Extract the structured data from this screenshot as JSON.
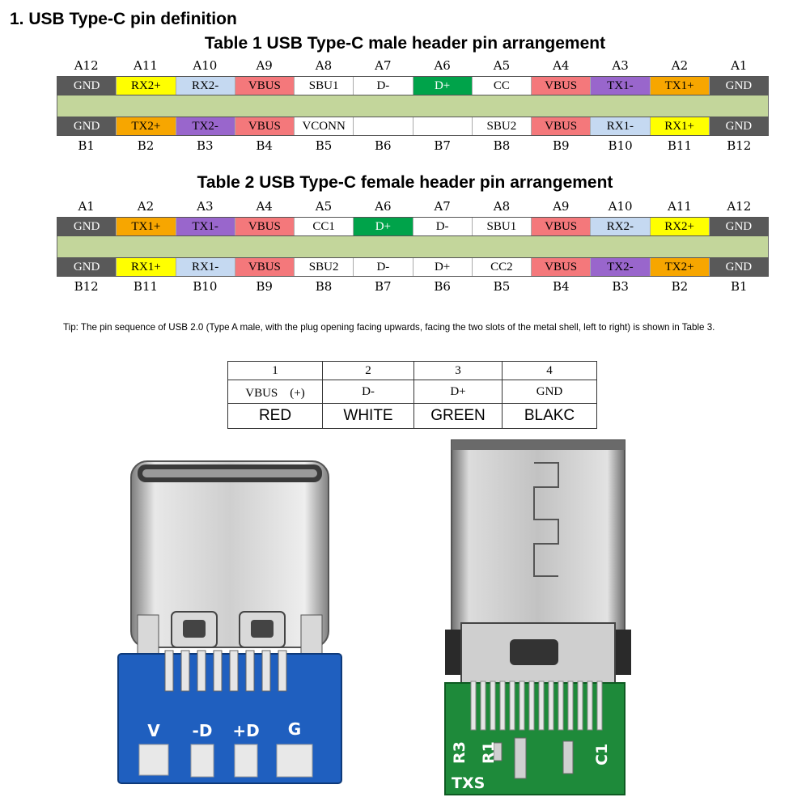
{
  "section_title": "1. USB Type-C pin definition",
  "colors": {
    "gnd": "#595959",
    "rx_plus": "#ffff00",
    "rx_minus": "#c5d9f1",
    "vbus": "#f4787b",
    "white": "#ffffff",
    "d_plus": "#00a34a",
    "tx_minus": "#9966cc",
    "tx_plus": "#f7a600",
    "band": "#c3d69b",
    "pcb_blue": "#1f5fbf",
    "pcb_green": "#1e8a3a"
  },
  "table1": {
    "title": "Table 1 USB Type-C male header pin arrangement",
    "top_pins": [
      "A12",
      "A11",
      "A10",
      "A9",
      "A8",
      "A7",
      "A6",
      "A5",
      "A4",
      "A3",
      "A2",
      "A1"
    ],
    "top_signals": [
      {
        "label": "GND",
        "color": "gnd"
      },
      {
        "label": "RX2+",
        "color": "rx_plus"
      },
      {
        "label": "RX2-",
        "color": "rx_minus"
      },
      {
        "label": "VBUS",
        "color": "vbus"
      },
      {
        "label": "SBU1",
        "color": "white"
      },
      {
        "label": "D-",
        "color": "white"
      },
      {
        "label": "D+",
        "color": "d_plus"
      },
      {
        "label": "CC",
        "color": "white"
      },
      {
        "label": "VBUS",
        "color": "vbus"
      },
      {
        "label": "TX1-",
        "color": "tx_minus"
      },
      {
        "label": "TX1+",
        "color": "tx_plus"
      },
      {
        "label": "GND",
        "color": "gnd"
      }
    ],
    "bottom_signals": [
      {
        "label": "GND",
        "color": "gnd"
      },
      {
        "label": "TX2+",
        "color": "tx_plus"
      },
      {
        "label": "TX2-",
        "color": "tx_minus"
      },
      {
        "label": "VBUS",
        "color": "vbus"
      },
      {
        "label": "VCONN",
        "color": "white"
      },
      {
        "label": "",
        "color": "white"
      },
      {
        "label": "",
        "color": "white"
      },
      {
        "label": "SBU2",
        "color": "white"
      },
      {
        "label": "VBUS",
        "color": "vbus"
      },
      {
        "label": "RX1-",
        "color": "rx_minus"
      },
      {
        "label": "RX1+",
        "color": "rx_plus"
      },
      {
        "label": "GND",
        "color": "gnd"
      }
    ],
    "bottom_pins": [
      "B1",
      "B2",
      "B3",
      "B4",
      "B5",
      "B6",
      "B7",
      "B8",
      "B9",
      "B10",
      "B11",
      "B12"
    ]
  },
  "table2": {
    "title": "Table 2 USB Type-C female header pin arrangement",
    "top_pins": [
      "A1",
      "A2",
      "A3",
      "A4",
      "A5",
      "A6",
      "A7",
      "A8",
      "A9",
      "A10",
      "A11",
      "A12"
    ],
    "top_signals": [
      {
        "label": "GND",
        "color": "gnd"
      },
      {
        "label": "TX1+",
        "color": "tx_plus"
      },
      {
        "label": "TX1-",
        "color": "tx_minus"
      },
      {
        "label": "VBUS",
        "color": "vbus"
      },
      {
        "label": "CC1",
        "color": "white"
      },
      {
        "label": "D+",
        "color": "d_plus"
      },
      {
        "label": "D-",
        "color": "white"
      },
      {
        "label": "SBU1",
        "color": "white"
      },
      {
        "label": "VBUS",
        "color": "vbus"
      },
      {
        "label": "RX2-",
        "color": "rx_minus"
      },
      {
        "label": "RX2+",
        "color": "rx_plus"
      },
      {
        "label": "GND",
        "color": "gnd"
      }
    ],
    "bottom_signals": [
      {
        "label": "GND",
        "color": "gnd"
      },
      {
        "label": "RX1+",
        "color": "rx_plus"
      },
      {
        "label": "RX1-",
        "color": "rx_minus"
      },
      {
        "label": "VBUS",
        "color": "vbus"
      },
      {
        "label": "SBU2",
        "color": "white"
      },
      {
        "label": "D-",
        "color": "white"
      },
      {
        "label": "D+",
        "color": "white"
      },
      {
        "label": "CC2",
        "color": "white"
      },
      {
        "label": "VBUS",
        "color": "vbus"
      },
      {
        "label": "TX2-",
        "color": "tx_minus"
      },
      {
        "label": "TX2+",
        "color": "tx_plus"
      },
      {
        "label": "GND",
        "color": "gnd"
      }
    ],
    "bottom_pins": [
      "B12",
      "B11",
      "B10",
      "B9",
      "B8",
      "B7",
      "B6",
      "B5",
      "B4",
      "B3",
      "B2",
      "B1"
    ]
  },
  "tip": "Tip: The pin sequence of USB 2.0 (Type A male, with the plug opening facing upwards, facing the two slots of the metal shell, left to right) is shown in Table 3.",
  "table3": {
    "pins": [
      "1",
      "2",
      "3",
      "4"
    ],
    "signals": [
      "VBUS　(+)",
      "D-",
      "D+",
      "GND"
    ],
    "wires": [
      "RED",
      "WHITE",
      "GREEN",
      "BLAKC"
    ]
  },
  "female_board": {
    "labels": [
      "V",
      "-D",
      "+D",
      "G"
    ]
  },
  "male_board": {
    "labels": [
      "R3",
      "R1",
      "C1",
      "TXS"
    ]
  }
}
